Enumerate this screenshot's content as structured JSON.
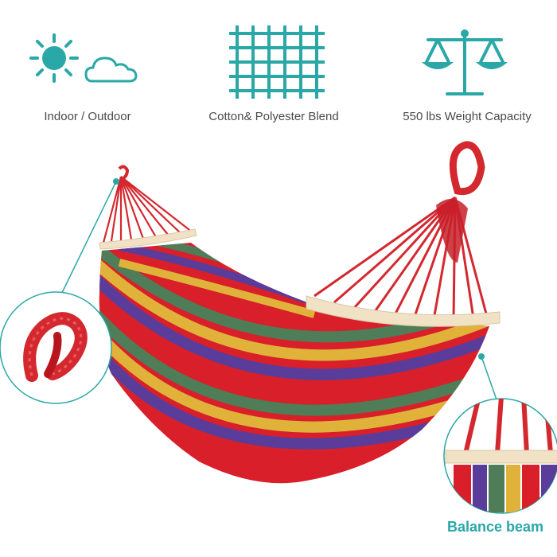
{
  "features": [
    {
      "label": "Indoor / Outdoor",
      "icon": "sun-cloud-icon"
    },
    {
      "label": "Cotton& Polyester Blend",
      "icon": "weave-grid-icon"
    },
    {
      "label": "550 lbs Weight Capacity",
      "icon": "balance-scale-icon"
    }
  ],
  "detail": {
    "caption": "Balance beam"
  },
  "colors": {
    "accent": "#2aa7a7",
    "rope": "#d4282f",
    "stripe_red": "#d81f2a",
    "stripe_purple": "#5a3d9a",
    "stripe_green": "#4f7d57",
    "stripe_yellow": "#e0b23a",
    "beam": "#f1e2c6"
  }
}
